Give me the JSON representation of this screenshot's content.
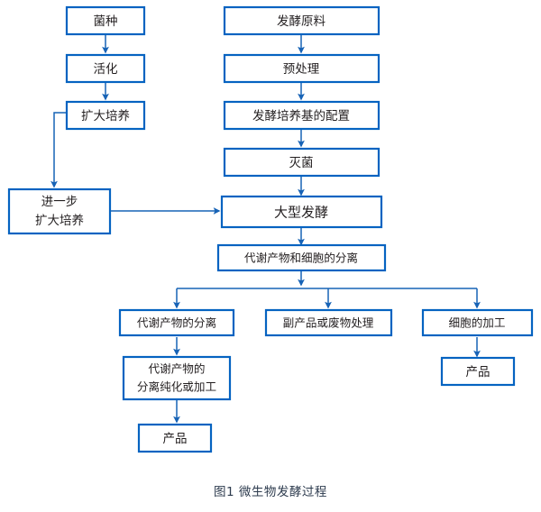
{
  "figure": {
    "caption": "图1 微生物发酵过程",
    "colors": {
      "box_border": "#0563C1",
      "edge": "#1763B6",
      "text": "#231f20",
      "caption_text": "#2d3b4e",
      "background": "#ffffff"
    }
  },
  "nodes": {
    "strain": {
      "label": "菌种"
    },
    "activation": {
      "label": "活化"
    },
    "expand_culture": {
      "label": "扩大培养"
    },
    "further_expand_line1": {
      "label": "进一步"
    },
    "further_expand_line2": {
      "label": "扩大培养"
    },
    "raw_material": {
      "label": "发酵原料"
    },
    "pretreatment": {
      "label": "预处理"
    },
    "medium_prep": {
      "label": "发酵培养基的配置"
    },
    "sterilization": {
      "label": "灭菌"
    },
    "large_fermentation": {
      "label": "大型发酵"
    },
    "separation": {
      "label": "代谢产物和细胞的分离"
    },
    "metabolite_separation": {
      "label": "代谢产物的分离"
    },
    "byproduct_waste": {
      "label": "副产品或废物处理"
    },
    "cell_processing": {
      "label": "细胞的加工"
    },
    "purification_line1": {
      "label": "代谢产物的"
    },
    "purification_line2": {
      "label": "分离纯化或加工"
    },
    "product_left": {
      "label": "产品"
    },
    "product_right": {
      "label": "产品"
    }
  },
  "edges": [
    {
      "name": "strain-to-activation",
      "from": "strain",
      "to": "activation"
    },
    {
      "name": "activation-to-expand-culture",
      "from": "activation",
      "to": "expand_culture"
    },
    {
      "name": "expand-culture-to-further-expand",
      "from": "expand_culture",
      "to": "further_expand"
    },
    {
      "name": "further-expand-to-large-fermentation",
      "from": "further_expand",
      "to": "large_fermentation"
    },
    {
      "name": "raw-material-to-pretreatment",
      "from": "raw_material",
      "to": "pretreatment"
    },
    {
      "name": "pretreatment-to-medium-prep",
      "from": "pretreatment",
      "to": "medium_prep"
    },
    {
      "name": "medium-prep-to-sterilization",
      "from": "medium_prep",
      "to": "sterilization"
    },
    {
      "name": "sterilization-to-large-fermentation",
      "from": "sterilization",
      "to": "large_fermentation"
    },
    {
      "name": "large-fermentation-to-separation",
      "from": "large_fermentation",
      "to": "separation"
    },
    {
      "name": "separation-to-metabolite-separation",
      "from": "separation",
      "to": "metabolite_separation"
    },
    {
      "name": "separation-to-byproduct-waste",
      "from": "separation",
      "to": "byproduct_waste"
    },
    {
      "name": "separation-to-cell-processing",
      "from": "separation",
      "to": "cell_processing"
    },
    {
      "name": "metabolite-separation-to-purification",
      "from": "metabolite_separation",
      "to": "purification"
    },
    {
      "name": "purification-to-product-left",
      "from": "purification",
      "to": "product_left"
    },
    {
      "name": "cell-processing-to-product-right",
      "from": "cell_processing",
      "to": "product_right"
    }
  ]
}
